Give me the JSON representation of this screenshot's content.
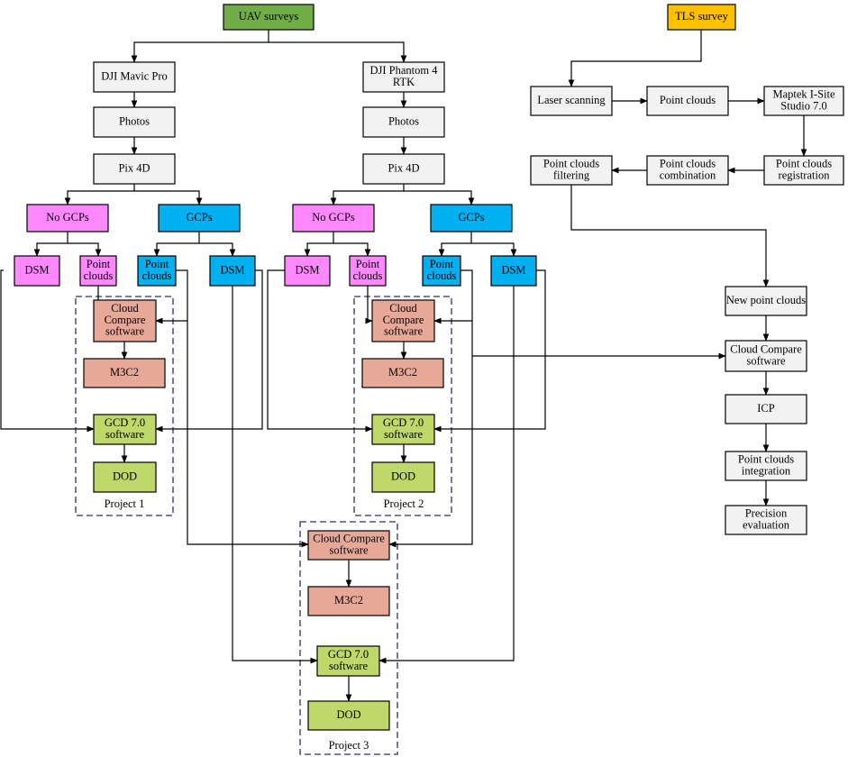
{
  "colors": {
    "green_header": "#70ad47",
    "yellow_header": "#ffc000",
    "gray": "#f2f2f2",
    "pink": "#ff88ff",
    "blue": "#00b0f0",
    "salmon": "#e8a898",
    "lime": "#bfd86a",
    "line": "#000000",
    "dash": "#2e2e6e"
  },
  "nodes": [
    {
      "id": "uav",
      "lines": [
        "UAV surveys"
      ],
      "color": "green_header"
    },
    {
      "id": "tls",
      "lines": [
        "TLS survey"
      ],
      "color": "yellow_header"
    },
    {
      "id": "mavic",
      "lines": [
        "DJI Mavic Pro"
      ],
      "color": "gray"
    },
    {
      "id": "phantom",
      "lines": [
        "DJI Phantom 4",
        "RTK"
      ],
      "color": "gray"
    },
    {
      "id": "photos1",
      "lines": [
        "Photos"
      ],
      "color": "gray"
    },
    {
      "id": "photos2",
      "lines": [
        "Photos"
      ],
      "color": "gray"
    },
    {
      "id": "pix1",
      "lines": [
        "Pix 4D"
      ],
      "color": "gray"
    },
    {
      "id": "pix2",
      "lines": [
        "Pix 4D"
      ],
      "color": "gray"
    },
    {
      "id": "nogcp1",
      "lines": [
        "No GCPs"
      ],
      "color": "pink"
    },
    {
      "id": "gcp1",
      "lines": [
        "GCPs"
      ],
      "color": "blue"
    },
    {
      "id": "nogcp2",
      "lines": [
        "No GCPs"
      ],
      "color": "pink"
    },
    {
      "id": "gcp2",
      "lines": [
        "GCPs"
      ],
      "color": "blue"
    },
    {
      "id": "dsm1a",
      "lines": [
        "DSM"
      ],
      "color": "pink"
    },
    {
      "id": "pc1a",
      "lines": [
        "Point",
        "clouds"
      ],
      "color": "pink"
    },
    {
      "id": "pc1b",
      "lines": [
        "Point",
        "clouds"
      ],
      "color": "blue"
    },
    {
      "id": "dsm1b",
      "lines": [
        "DSM"
      ],
      "color": "blue"
    },
    {
      "id": "dsm2a",
      "lines": [
        "DSM"
      ],
      "color": "pink"
    },
    {
      "id": "pc2a",
      "lines": [
        "Point",
        "clouds"
      ],
      "color": "pink"
    },
    {
      "id": "pc2b",
      "lines": [
        "Point",
        "clouds"
      ],
      "color": "blue"
    },
    {
      "id": "dsm2b",
      "lines": [
        "DSM"
      ],
      "color": "blue"
    },
    {
      "id": "cc1",
      "lines": [
        "Cloud",
        "Compare",
        "software"
      ],
      "color": "salmon"
    },
    {
      "id": "m3c2_1",
      "lines": [
        "M3C2"
      ],
      "color": "salmon"
    },
    {
      "id": "gcd1",
      "lines": [
        "GCD 7.0",
        "software"
      ],
      "color": "lime"
    },
    {
      "id": "dod1",
      "lines": [
        "DOD"
      ],
      "color": "lime"
    },
    {
      "id": "cc2",
      "lines": [
        "Cloud",
        "Compare",
        "software"
      ],
      "color": "salmon"
    },
    {
      "id": "m3c2_2",
      "lines": [
        "M3C2"
      ],
      "color": "salmon"
    },
    {
      "id": "gcd2",
      "lines": [
        "GCD 7.0",
        "software"
      ],
      "color": "lime"
    },
    {
      "id": "dod2",
      "lines": [
        "DOD"
      ],
      "color": "lime"
    },
    {
      "id": "cc3",
      "lines": [
        "Cloud Compare",
        "software"
      ],
      "color": "salmon"
    },
    {
      "id": "m3c2_3",
      "lines": [
        "M3C2"
      ],
      "color": "salmon"
    },
    {
      "id": "gcd3",
      "lines": [
        "GCD 7.0",
        "software"
      ],
      "color": "lime"
    },
    {
      "id": "dod3",
      "lines": [
        "DOD"
      ],
      "color": "lime"
    },
    {
      "id": "laser",
      "lines": [
        "Laser scanning"
      ],
      "color": "gray"
    },
    {
      "id": "pc_tls",
      "lines": [
        "Point clouds"
      ],
      "color": "gray"
    },
    {
      "id": "maptek",
      "lines": [
        "Maptek I-Site",
        "Studio 7.0"
      ],
      "color": "gray"
    },
    {
      "id": "pcreg",
      "lines": [
        "Point clouds",
        "registration"
      ],
      "color": "gray"
    },
    {
      "id": "pccomb",
      "lines": [
        "Point clouds",
        "combination"
      ],
      "color": "gray"
    },
    {
      "id": "pcfilt",
      "lines": [
        "Point clouds",
        "filtering"
      ],
      "color": "gray"
    },
    {
      "id": "newpc",
      "lines": [
        "New point clouds"
      ],
      "color": "gray"
    },
    {
      "id": "cc_tls",
      "lines": [
        "Cloud Compare",
        "software"
      ],
      "color": "gray"
    },
    {
      "id": "icp",
      "lines": [
        "ICP"
      ],
      "color": "gray"
    },
    {
      "id": "pcint",
      "lines": [
        "Point clouds",
        "integration"
      ],
      "color": "gray"
    },
    {
      "id": "prec",
      "lines": [
        "Precision",
        "evaluation"
      ],
      "color": "gray"
    }
  ],
  "projects": [
    {
      "id": "project1",
      "label": "Project 1"
    },
    {
      "id": "project2",
      "label": "Project 2"
    },
    {
      "id": "project3",
      "label": "Project 3"
    }
  ]
}
